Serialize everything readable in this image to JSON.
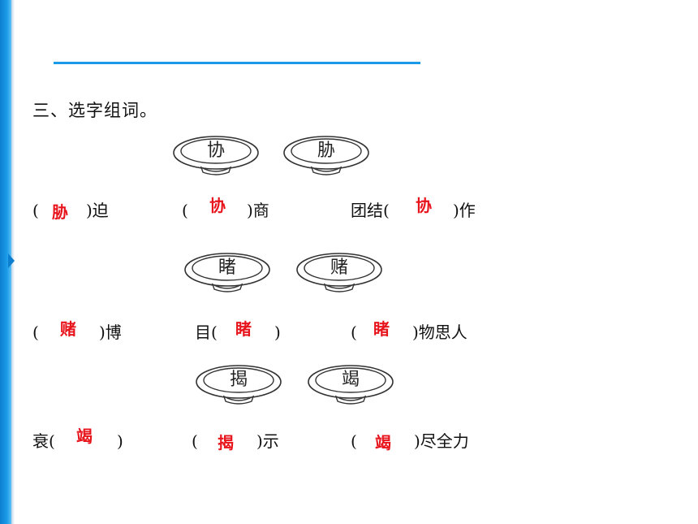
{
  "section_title": "三、选字组词。",
  "groups": [
    {
      "bowls": [
        "协",
        "胁"
      ],
      "items": [
        {
          "open": "(",
          "close": ")迫",
          "answer": "胁"
        },
        {
          "open": "(",
          "close": ")商",
          "answer": "协"
        },
        {
          "open": "团结(",
          "close": ")作",
          "answer": "协"
        }
      ]
    },
    {
      "bowls": [
        "睹",
        "赌"
      ],
      "items": [
        {
          "open": "(",
          "close": ")博",
          "answer": "赌"
        },
        {
          "open": "目(",
          "close": ")",
          "answer": "睹"
        },
        {
          "open": "(",
          "close": ")物思人",
          "answer": "睹"
        }
      ]
    },
    {
      "bowls": [
        "揭",
        "竭"
      ],
      "items": [
        {
          "open": "衰(",
          "close": ")",
          "answer": "竭"
        },
        {
          "open": "(",
          "close": ")示",
          "answer": "揭"
        },
        {
          "open": "(",
          "close": ")尽全力",
          "answer": "竭"
        }
      ]
    }
  ],
  "colors": {
    "accent": "#1a9ae8",
    "answer": "#e8141c"
  }
}
